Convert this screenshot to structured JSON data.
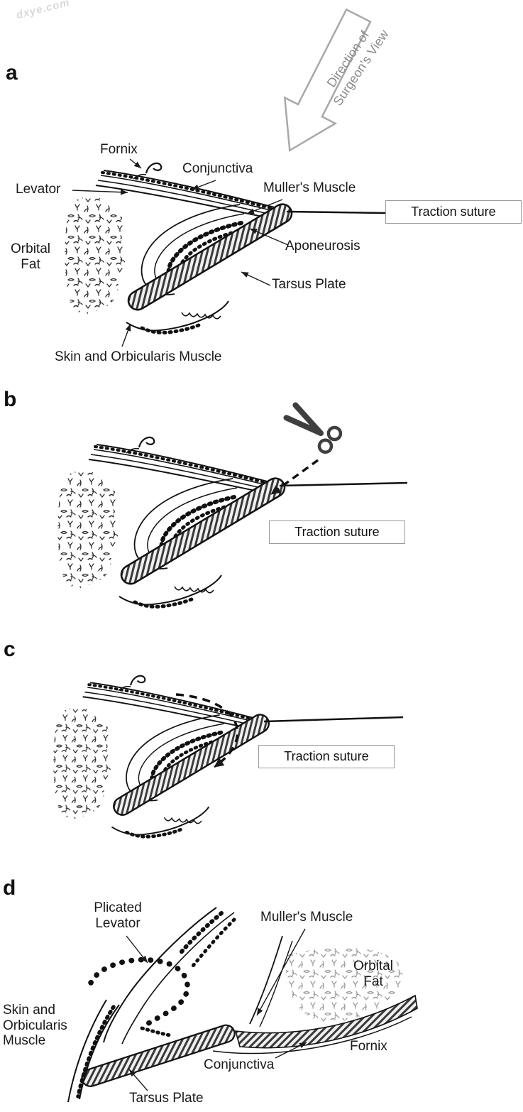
{
  "watermark": "dxye.com",
  "figure": {
    "ink_color": "#1a1a1a",
    "muted_color": "#8a8a8a",
    "background": "#ffffff",
    "panel_a": {
      "id": "a",
      "direction_arrow_label": "Direction of Surgeon's View",
      "labels": {
        "fornix": "Fornix",
        "conjunctiva": "Conjunctiva",
        "levator": "Levator",
        "mullers_muscle": "Muller's Muscle",
        "traction_suture": "Traction suture",
        "aponeurosis": "Aponeurosis",
        "orbital_fat": "Orbital Fat",
        "tarsus_plate": "Tarsus Plate",
        "skin_and_orbicularis": "Skin and Orbicularis Muscle"
      }
    },
    "panel_b": {
      "id": "b",
      "labels": {
        "traction_suture": "Traction suture"
      }
    },
    "panel_c": {
      "id": "c",
      "labels": {
        "traction_suture": "Traction suture"
      }
    },
    "panel_d": {
      "id": "d",
      "labels": {
        "plicated_levator": "Plicated Levator",
        "mullers_muscle": "Muller's Muscle",
        "orbital_fat": "Orbital Fat",
        "skin_and_orbicularis": "Skin and Orbicularis Muscle",
        "fornix": "Fornix",
        "conjunctiva": "Conjunctiva",
        "tarsus_plate": "Tarsus Plate"
      }
    }
  }
}
